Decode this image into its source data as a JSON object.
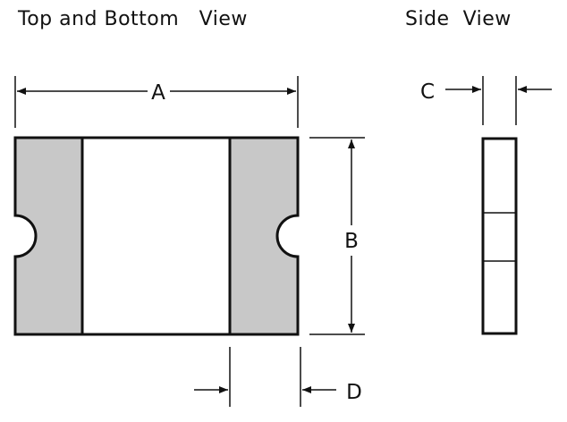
{
  "titles": {
    "top_bottom": "Top and Bottom   View",
    "side": "Side  View"
  },
  "dimensions": {
    "a": "A",
    "b": "B",
    "c": "C",
    "d": "D"
  },
  "colors": {
    "line": "#111111",
    "terminal_fill": "#c8c8c8",
    "body_fill": "#ffffff"
  }
}
